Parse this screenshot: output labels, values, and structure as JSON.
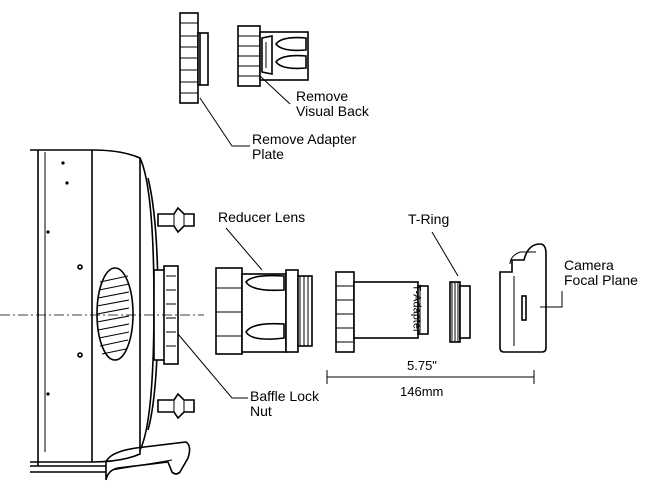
{
  "labels": {
    "remove_visual_back": [
      "Remove",
      "Visual Back"
    ],
    "remove_adapter_plate": [
      "Remove Adapter",
      "Plate"
    ],
    "reducer_lens": "Reducer Lens",
    "t_ring": "T-Ring",
    "camera_focal_plane": [
      "Camera",
      "Focal Plane"
    ],
    "baffle_lock_nut": [
      "Baffle Lock",
      "Nut"
    ],
    "t_adapter": "T-Adapter"
  },
  "dimension": {
    "inches": "5.75\"",
    "millimeters": "146mm"
  }
}
